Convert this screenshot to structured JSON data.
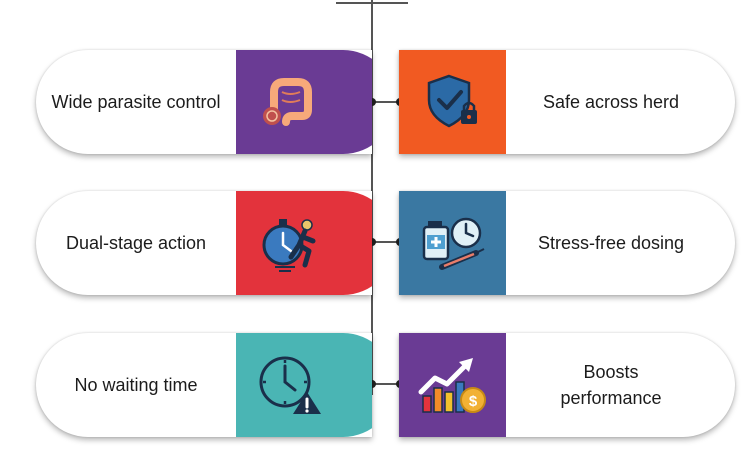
{
  "items": [
    {
      "label": "Wide parasite control",
      "icon": "intestine-icon",
      "color": "#6a3b94"
    },
    {
      "label": "Safe across herd",
      "icon": "shield-check-icon",
      "color": "#f15a22"
    },
    {
      "label": "Dual-stage action",
      "icon": "stopwatch-runner-icon",
      "color": "#e3333c"
    },
    {
      "label": "Stress-free dosing",
      "icon": "medicine-clock-icon",
      "color": "#3a78a2"
    },
    {
      "label": "No waiting time",
      "icon": "clock-warning-icon",
      "color": "#4ab5b4"
    },
    {
      "label": "Boosts performance",
      "icon": "growth-chart-icon",
      "color": "#6a3b94"
    }
  ]
}
